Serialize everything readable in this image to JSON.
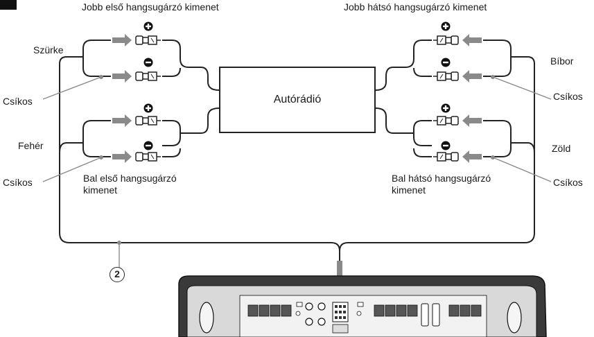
{
  "labels": {
    "right_front": "Jobb első hangsugárzó kimenet",
    "right_rear": "Jobb hátsó hangsugárzó kimenet",
    "left_front": "Bal első hangsugárzó kimenet",
    "left_rear": "Bal hátsó hangsugárzó kimenet",
    "grey": "Szürke",
    "white": "Fehér",
    "violet": "Bíbor",
    "green": "Zöld",
    "striped": "Csíkos",
    "head_unit": "Autórádió",
    "callout": "2"
  },
  "colors": {
    "wire": "#222222",
    "arrow": "#8a8a8a",
    "amp_body": "#3a3a3a"
  },
  "icons": [
    "plus-icon",
    "minus-icon",
    "rca-connector-icon",
    "arrow-icon"
  ]
}
